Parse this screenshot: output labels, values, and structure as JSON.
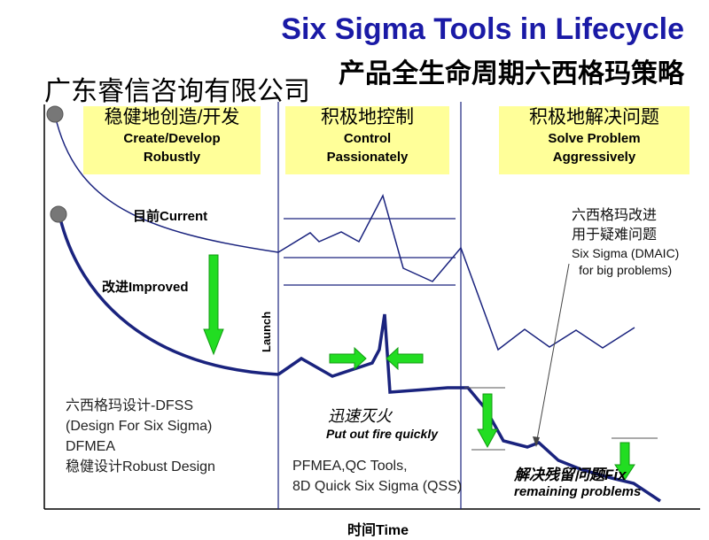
{
  "title": {
    "english": "Six Sigma Tools in Lifecycle",
    "chinese": "产品全生命周期六西格玛策略"
  },
  "company": "广东睿信咨询有限公司",
  "phases": [
    {
      "cn": "稳健地创造/开发",
      "en1": "Create/Develop",
      "en2": "Robustly"
    },
    {
      "cn": "积极地控制",
      "en1": "Control",
      "en2": "Passionately"
    },
    {
      "cn": "积极地解决问题",
      "en1": "Solve Problem",
      "en2": "Aggressively"
    }
  ],
  "curves": {
    "current": "目前Current",
    "improved": "改进Improved"
  },
  "launch": "Launch",
  "xaxis": "时间Time",
  "notes": {
    "dfss": [
      "六西格玛设计-DFSS",
      "(Design For Six Sigma)",
      "DFMEA",
      "稳健设计Robust Design"
    ],
    "fire_cn": "迅速灭火",
    "fire_en": "Put out fire quickly",
    "pfmea": [
      "PFMEA,QC Tools,",
      "8D Quick Six Sigma (QSS)"
    ],
    "residual_cn": "解决残留问题Fix",
    "residual_en": "remaining problems",
    "dmaic": [
      "六西格玛改进",
      "用于疑难问题",
      "Six Sigma (DMAIC)",
      "for big problems)"
    ]
  },
  "colors": {
    "title_blue": "#1a1aa6",
    "curve_navy": "#1a237e",
    "box_yellow": "#ffff99",
    "arrow_green": "#22dd22"
  }
}
